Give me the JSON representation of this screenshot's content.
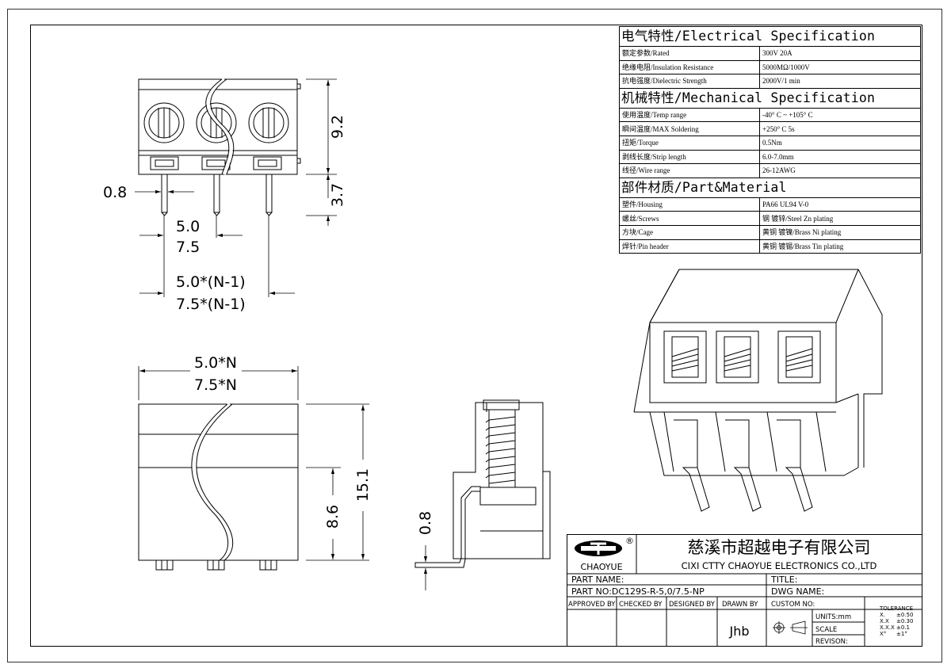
{
  "spec": {
    "electrical_header": "电气特性/Electrical Specification",
    "electrical": [
      {
        "k": "额定参数/Rated",
        "v": "300V  20A"
      },
      {
        "k": "绝缘电阻/Insulation Resistance",
        "v": "5000MΩ/1000V"
      },
      {
        "k": "抗电强度/Dielectric Strength",
        "v": "2000V/1 min"
      }
    ],
    "mechanical_header": "机械特性/Mechanical Specification",
    "mechanical": [
      {
        "k": "使用温度/Temp range",
        "v": "-40° C ~ +105° C"
      },
      {
        "k": "瞬间温度/MAX Soldering",
        "v": "+250° C    5s"
      },
      {
        "k": "扭矩/Torque",
        "v": "0.5Nm"
      },
      {
        "k": "剥线长度/Strip length",
        "v": "6.0-7.0mm"
      },
      {
        "k": "线径/Wire range",
        "v": "26-12AWG"
      }
    ],
    "material_header": "部件材质/Part&Material",
    "material": [
      {
        "k": "塑件/Housing",
        "v": "PA66 UL94 V-0"
      },
      {
        "k": "螺丝/Screws",
        "v": "钢 镀锌/Steel Zn plating"
      },
      {
        "k": "方块/Cage",
        "v": "黄铜 镀镍/Brass Ni plating"
      },
      {
        "k": "焊针/Pin header",
        "v": "黄铜 镀锡/Brass Tin plating"
      }
    ]
  },
  "dims": {
    "top_pin_width": "0.8",
    "top_pitch_a": "5.0",
    "top_pitch_b": "7.5",
    "top_span_a": "5.0*(N-1)",
    "top_span_b": "7.5*(N-1)",
    "top_height": "9.2",
    "top_pin_len": "3.7",
    "front_width_a": "5.0*N",
    "front_width_b": "7.5*N",
    "front_height": "15.1",
    "front_lower": "8.6",
    "side_pin": "0.8"
  },
  "title_block": {
    "company_cn": "慈溪市超越电子有限公司",
    "company_en": "CIXI CTTY CHAOYUE ELECTRONICS CO.,LTD",
    "logo_text": "CHAOYUE",
    "logo_mark": "®",
    "part_name_label": "PART NAME:",
    "title_label": "TITLE:",
    "part_no_label": "PART NO:DC129S-R-5,0/7.5-NP",
    "dwg_name_label": "DWG NAME:",
    "approved_by": "APPROVED BY",
    "checked_by": "CHECKED BY",
    "designed_by": "DESIGNED BY",
    "drawn_by": "DRAWN BY",
    "drawn_by_value": "Jhb",
    "custom_no": "CUSTOM NO:",
    "units": "UNITS:mm",
    "scale": "SCALE",
    "revision": "REVISON:",
    "tolerance_title": "TOLERANCE",
    "tolerance": [
      {
        "k": "X.",
        "v": "±0.50"
      },
      {
        "k": "X.X",
        "v": "±0.30"
      },
      {
        "k": "X.X.X",
        "v": "±0.1"
      },
      {
        "k": "X°",
        "v": "±1°"
      }
    ]
  }
}
